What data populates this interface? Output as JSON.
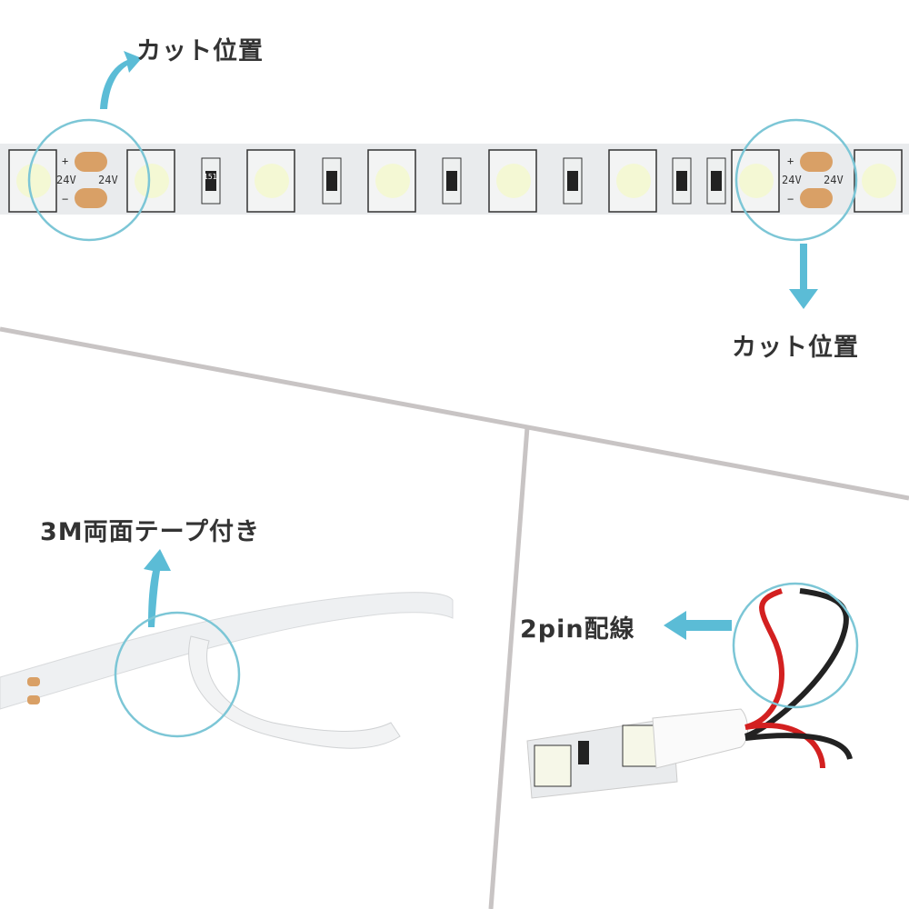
{
  "labels": {
    "cut_top": "カット位置",
    "cut_right": "カット位置",
    "tape": "3M両面テープ付き",
    "wiring": "2pin配線"
  },
  "pcb_markings": {
    "voltage_left": "24V",
    "voltage_right": "24V",
    "plus": "+",
    "minus": "−",
    "resistor": "151"
  },
  "colors": {
    "accent": "#5bbcd6",
    "circle": "#7cc6d6",
    "strip": "#e9ebed",
    "pad": "#d9a066",
    "divider": "#c8c4c4",
    "text": "#333333"
  }
}
